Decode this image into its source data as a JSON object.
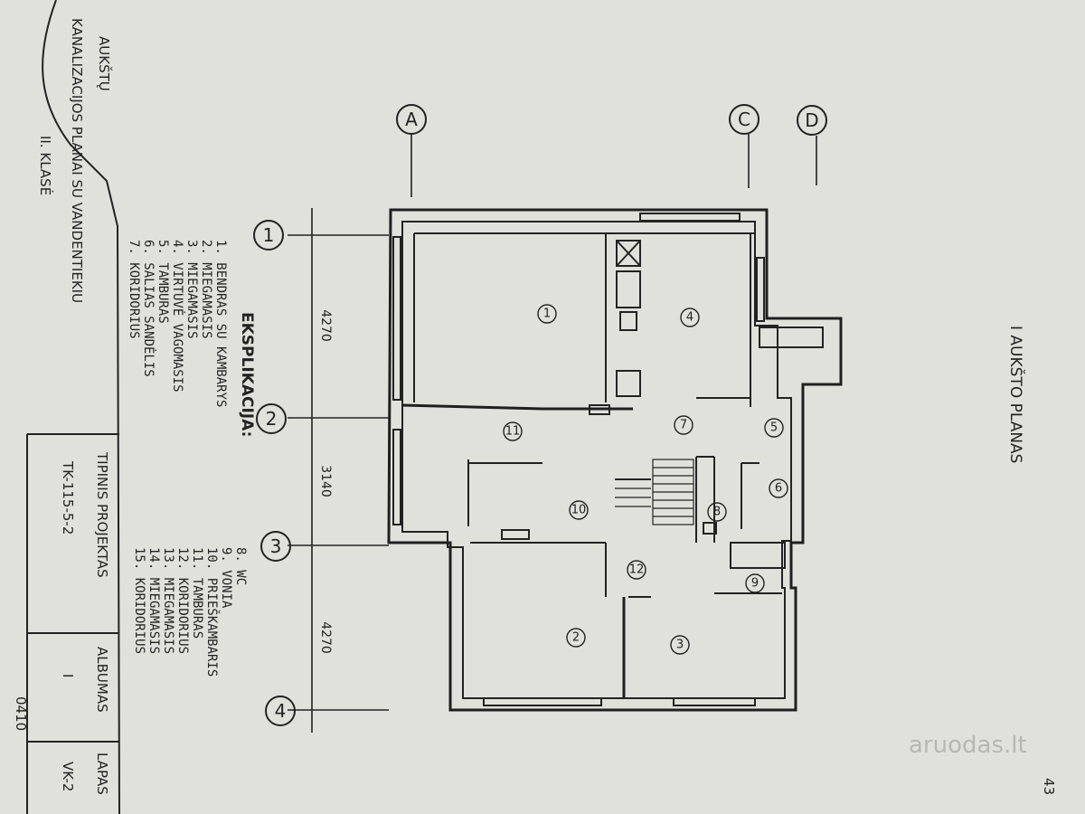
{
  "plan": {
    "title": "I AUKŠTO PLANAS",
    "legend_title": "EKSPLIKACIJA:",
    "legend_left": [
      "1. BENDRAS SU KAMBARYS",
      "2. MIEGAMASIS",
      "3. MIEGAMASIS",
      "4. VIRTUVĖ VAGOMASIS",
      "5. TAMBURAS",
      "6. SALIAS SANDĖLIS",
      "7. KORIDORIUS"
    ],
    "legend_right": [
      "8. WC",
      "9. VONIA",
      "10. PRIEŠKAMBARIS",
      "11. TAMBURAS",
      "12. KORIDORIUS",
      "13. MIEGAMASIS",
      "14. MIEGAMASIS",
      "15. KORIDORIUS"
    ],
    "axes_numbers": [
      "1",
      "2",
      "3",
      "4"
    ],
    "axes_letters": [
      "A",
      "C",
      "D"
    ],
    "dimensions": [
      "4270",
      "3140",
      "4270"
    ],
    "rooms": [
      "1",
      "4",
      "7",
      "5",
      "11",
      "10",
      "8",
      "6",
      "12",
      "9",
      "2",
      "3"
    ]
  },
  "title_block": {
    "side_heading": [
      "AUKŠTŲ",
      "KANALIZACIJOS PLANAI SU VANDENTIEKIU",
      "II. KLASĖ"
    ],
    "tipinis_label": "TIPINIS PROJEKTAS",
    "project_code": "TK-115-5-2",
    "albumas_label": "ALBUMAS",
    "albumas_value": "I",
    "lapas_label": "LAPAS",
    "lapas_value": "VK-2",
    "stamp_number": "0410",
    "page_number": "43"
  },
  "watermark": "aruodas.lt"
}
